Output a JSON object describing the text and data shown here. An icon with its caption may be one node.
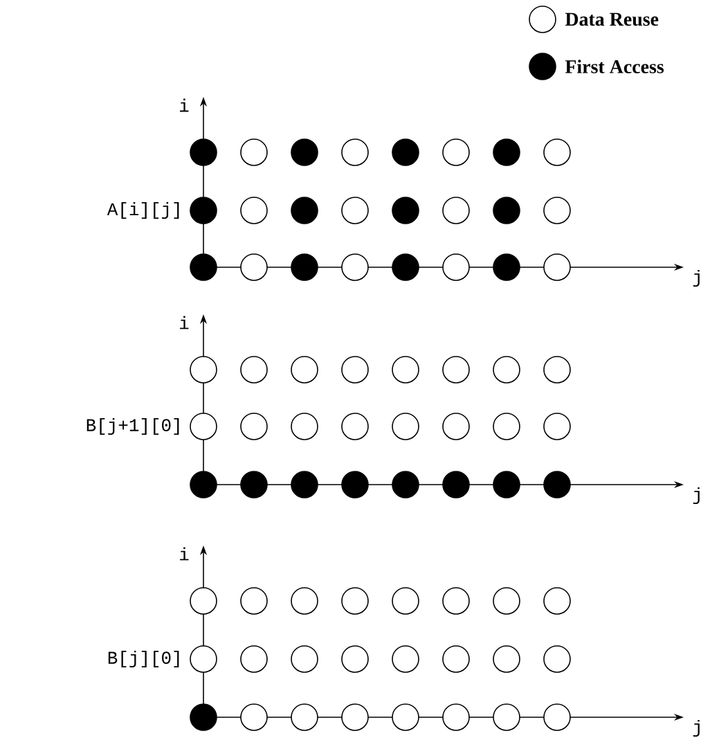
{
  "diagram": {
    "nodes": [
      {
        "text": [],
        "shape": "dot"
      },
      {
        "text": [],
        "shape": "circle"
      },
      {
        "text": [],
        "shape": "dot"
      },
      {
        "text": [],
        "shape": "circle"
      },
      {
        "text": [],
        "shape": "dot"
      },
      {
        "text": [],
        "shape": "circle"
      },
      {
        "text": [],
        "shape": "dot"
      },
      {
        "text": [],
        "shape": "circle"
      },
      {
        "text": [],
        "shape": "dot"
      },
      {
        "text": [],
        "shape": "circle"
      },
      {
        "text": [],
        "shape": "dot"
      },
      {
        "text": [],
        "shape": "circle"
      },
      {
        "text": [],
        "shape": "dot"
      },
      {
        "text": [],
        "shape": "circle"
      },
      {
        "text": [],
        "shape": "dot"
      },
      {
        "text": [],
        "shape": "circle"
      },
      {
        "text": [],
        "shape": "dot"
      },
      {
        "text": [],
        "shape": "circle"
      },
      {
        "text": [],
        "shape": "dot"
      },
      {
        "text": [],
        "shape": "circle"
      },
      {
        "text": [],
        "shape": "dot"
      },
      {
        "text": [],
        "shape": "circle"
      },
      {
        "text": [],
        "shape": "dot"
      },
      {
        "text": [],
        "shape": "circle"
      },
      {
        "text": [],
        "shape": "circle"
      },
      {
        "text": [],
        "shape": "circle"
      },
      {
        "text": [],
        "shape": "circle"
      },
      {
        "text": [],
        "shape": "circle"
      },
      {
        "text": [],
        "shape": "circle"
      },
      {
        "text": [],
        "shape": "circle"
      },
      {
        "text": [],
        "shape": "circle"
      },
      {
        "text": [],
        "shape": "circle"
      },
      {
        "text": [],
        "shape": "circle"
      },
      {
        "text": [],
        "shape": "circle"
      },
      {
        "text": [],
        "shape": "circle"
      },
      {
        "text": [],
        "shape": "circle"
      },
      {
        "text": [],
        "shape": "circle"
      },
      {
        "text": [],
        "shape": "circle"
      },
      {
        "text": [],
        "shape": "circle"
      },
      {
        "text": [],
        "shape": "circle"
      },
      {
        "text": [],
        "shape": "dot"
      },
      {
        "text": [],
        "shape": "dot"
      },
      {
        "text": [],
        "shape": "dot"
      },
      {
        "text": [],
        "shape": "dot"
      },
      {
        "text": [],
        "shape": "dot"
      },
      {
        "text": [],
        "shape": "dot"
      },
      {
        "text": [],
        "shape": "dot"
      },
      {
        "text": [],
        "shape": "dot"
      },
      {
        "text": [],
        "shape": "circle"
      },
      {
        "text": [],
        "shape": "circle"
      },
      {
        "text": [],
        "shape": "circle"
      },
      {
        "text": [],
        "shape": "circle"
      },
      {
        "text": [],
        "shape": "circle"
      },
      {
        "text": [],
        "shape": "circle"
      },
      {
        "text": [],
        "shape": "circle"
      },
      {
        "text": [],
        "shape": "circle"
      },
      {
        "text": [],
        "shape": "circle"
      },
      {
        "text": [],
        "shape": "circle"
      },
      {
        "text": [],
        "shape": "circle"
      },
      {
        "text": [],
        "shape": "circle"
      },
      {
        "text": [],
        "shape": "circle"
      },
      {
        "text": [],
        "shape": "circle"
      },
      {
        "text": [],
        "shape": "circle"
      },
      {
        "text": [],
        "shape": "circle"
      },
      {
        "text": [],
        "shape": "dot"
      },
      {
        "text": [],
        "shape": "circle"
      },
      {
        "text": [],
        "shape": "circle"
      },
      {
        "text": [],
        "shape": "circle"
      },
      {
        "text": [],
        "shape": "circle"
      },
      {
        "text": [],
        "shape": "circle"
      },
      {
        "text": [],
        "shape": "circle"
      },
      {
        "text": [],
        "shape": "circle"
      }
    ],
    "labels": [
      "i",
      "A[i][j]",
      "j",
      "i",
      "B[j+1][0]",
      "j",
      "i",
      "B[j][0]",
      "j"
    ],
    "legend": [
      {
        "text": "Data Reuse"
      },
      {
        "text": "First Access",
        "color": "#000000"
      }
    ]
  }
}
